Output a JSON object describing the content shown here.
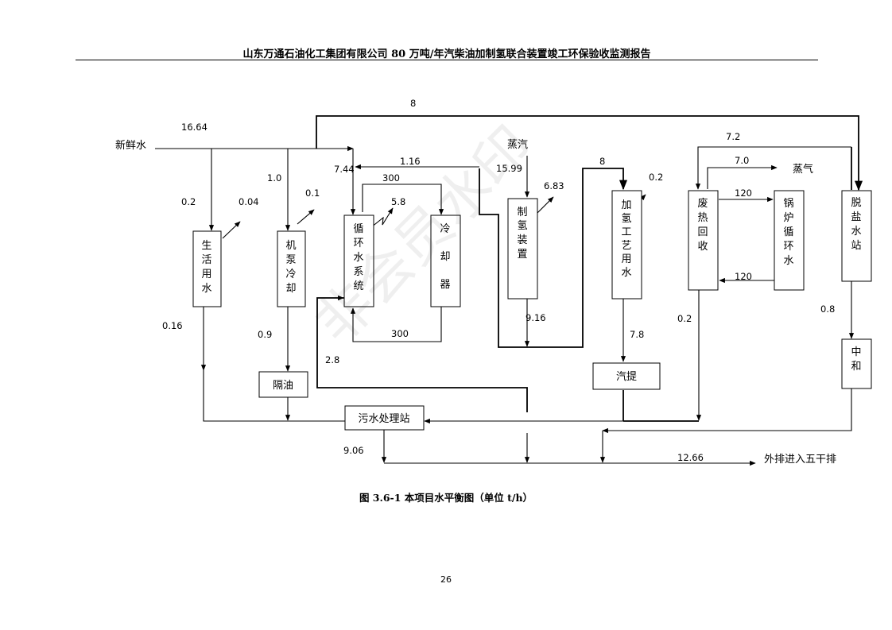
{
  "header": {
    "title": "山东万通石油化工集团有限公司 80 万吨/年汽柴油加制氢联合装置竣工环保验收监测报告"
  },
  "watermark": "非会员水印",
  "diagram": {
    "boxes": {
      "domestic": [
        "生",
        "活",
        "用",
        "水"
      ],
      "pump": [
        "机",
        "泵",
        "冷",
        "却"
      ],
      "circ": [
        "循",
        "环",
        "水",
        "系",
        "统"
      ],
      "cooler": [
        "冷",
        "却",
        "器"
      ],
      "h2": [
        "制",
        "氢",
        "装",
        "置"
      ],
      "hydro": [
        "加",
        "氢",
        "工",
        "艺",
        "用",
        "水"
      ],
      "heatrec": [
        "废",
        "热",
        "回",
        "收"
      ],
      "boiler": [
        "锅",
        "炉",
        "循",
        "环",
        "水"
      ],
      "desalt": [
        "脱",
        "盐",
        "水",
        "站"
      ],
      "neutral": [
        "中",
        "和"
      ],
      "oilsep": "隔油",
      "stripper": "汽提",
      "wwtp": "污水处理站"
    },
    "labels": {
      "fresh_water": "新鲜水",
      "fresh_flow": "16.64",
      "top_flow": "8",
      "domestic_in": "0.2",
      "domestic_loss": "0.04",
      "domestic_out": "0.16",
      "pump_in": "1.0",
      "pump_loss": "0.1",
      "pump_out": "0.9",
      "circ_in": "7.44",
      "return_flow": "1.16",
      "circ_cool": "300",
      "circ_loss": "5.8",
      "circ_return": "300",
      "circ_blowdown": "2.8",
      "steam": "蒸汽",
      "steam_flow": "15.99",
      "h2_loss": "6.83",
      "h2_out": "9.16",
      "hydro_in": "8",
      "hydro_loss": "0.2",
      "hydro_out": "7.8",
      "heat_top": "7.2",
      "steam_out_flow": "7.0",
      "steam_out": "蒸气",
      "boiler_out": "120",
      "boiler_return": "120",
      "heat_out": "0.2",
      "desalt_out": "0.8",
      "wwtp_out": "9.06",
      "discharge": "12.66",
      "discharge_dest": "外排进入五干排"
    }
  },
  "caption": "图 3.6-1 本项目水平衡图（单位 t/h）",
  "page_number": "26"
}
